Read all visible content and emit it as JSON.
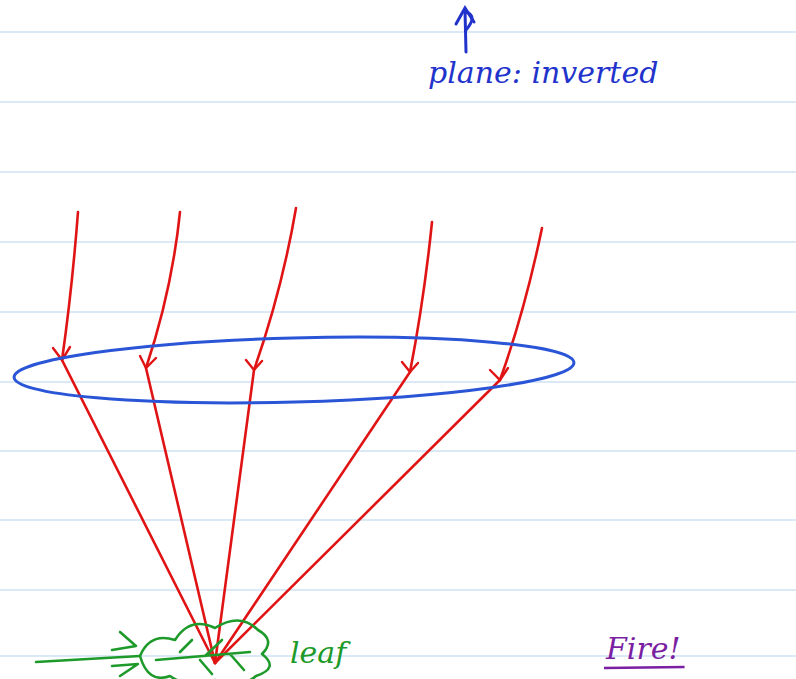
{
  "diagram": {
    "labels": [
      "plane: inverted",
      "leaf",
      "Fire!"
    ]
  }
}
